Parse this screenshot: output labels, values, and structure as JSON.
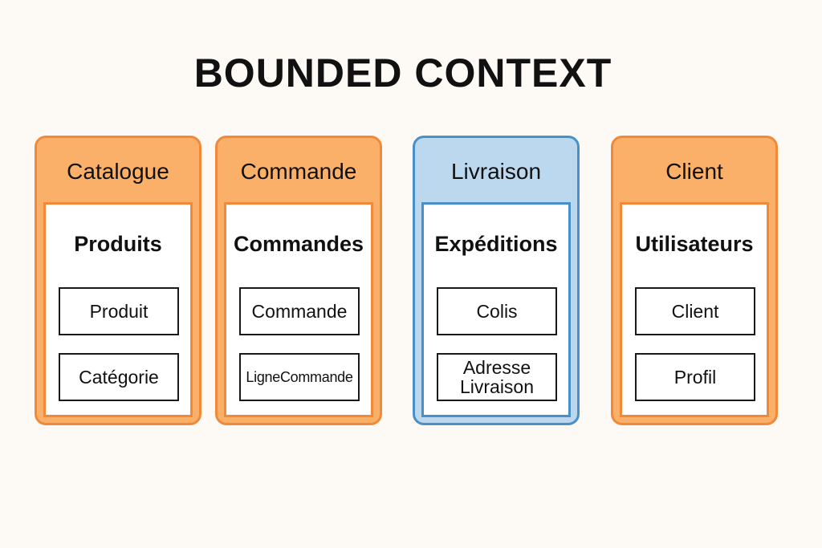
{
  "title": "BOUNDED CONTEXT",
  "colors": {
    "orange_border": "#f08a3a",
    "orange_fill": "#fbb06a",
    "blue_border": "#4a90c8",
    "blue_fill": "#bcd8ee"
  },
  "contexts": [
    {
      "name": "Catalogue",
      "aggregate": "Produits",
      "entities": [
        "Produit",
        "Catégorie"
      ]
    },
    {
      "name": "Commande",
      "aggregate": "Commandes",
      "entities": [
        "Commande",
        "LigneCommande"
      ]
    },
    {
      "name": "Livraison",
      "aggregate": "Expéditions",
      "entities": [
        "Colis",
        "Adresse Livraison"
      ]
    },
    {
      "name": "Client",
      "aggregate": "Utilisateurs",
      "entities": [
        "Client",
        "Profil"
      ]
    }
  ]
}
